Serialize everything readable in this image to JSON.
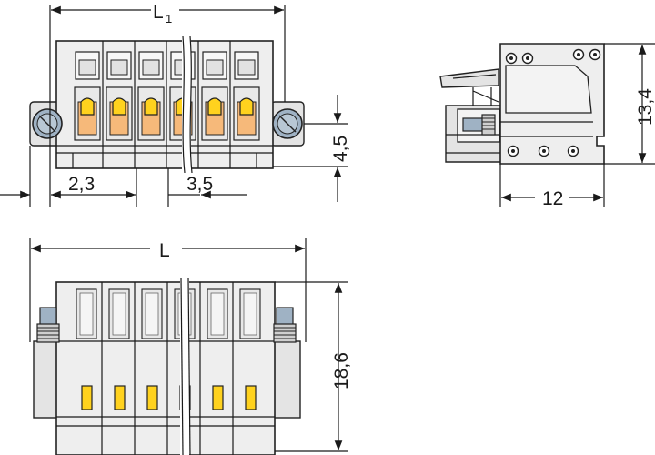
{
  "dimensions": {
    "front_width": {
      "letter": "L",
      "subscript": "1"
    },
    "top_width": {
      "letter": "L"
    },
    "pitch_outer": "2,3",
    "pitch": "3,5",
    "pin_height": "4,5",
    "side_height": "13,4",
    "side_depth": "12",
    "bottom_height": "18,6"
  },
  "colors": {
    "housing": "#eeeeee",
    "outline": "#222222",
    "spring_orange": "#f6b97a",
    "latch_yellow": "#ffd21e",
    "screw_blue": "#9fb2c4"
  },
  "icons": [
    "flange-screw-icon",
    "push-button-icon",
    "locking-screw-icon",
    "contact-latch-icon"
  ]
}
